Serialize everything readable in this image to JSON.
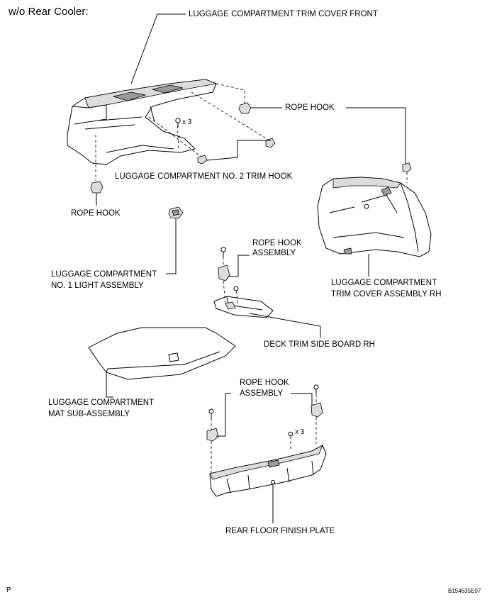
{
  "header": {
    "title": "w/o Rear Cooler:"
  },
  "labels": {
    "trim_cover_front": "LUGGAGE COMPARTMENT TRIM COVER FRONT",
    "rope_hook_top": "ROPE HOOK",
    "x3_top": "x 3",
    "no2_trim_hook": "LUGGAGE COMPARTMENT NO. 2 TRIM HOOK",
    "rope_hook_left": "ROPE HOOK",
    "rope_hook_assembly_mid_1": "ROPE HOOK",
    "rope_hook_assembly_mid_2": "ASSEMBLY",
    "light_assembly_1": "LUGGAGE COMPARTMENT",
    "light_assembly_2": "NO. 1 LIGHT ASSEMBLY",
    "trim_cover_rh_1": "LUGGAGE COMPARTMENT",
    "trim_cover_rh_2": "TRIM COVER ASSEMBLY RH",
    "deck_trim": "DECK TRIM SIDE BOARD RH",
    "mat_1": "LUGGAGE COMPARTMENT",
    "mat_2": "MAT SUB-ASSEMBLY",
    "rope_hook_assembly_low_1": "ROPE HOOK",
    "rope_hook_assembly_low_2": "ASSEMBLY",
    "x3_low": "x 3",
    "rear_floor": "REAR FLOOR FINISH PLATE"
  },
  "footer": {
    "left": "P",
    "code": "B154635E07"
  }
}
